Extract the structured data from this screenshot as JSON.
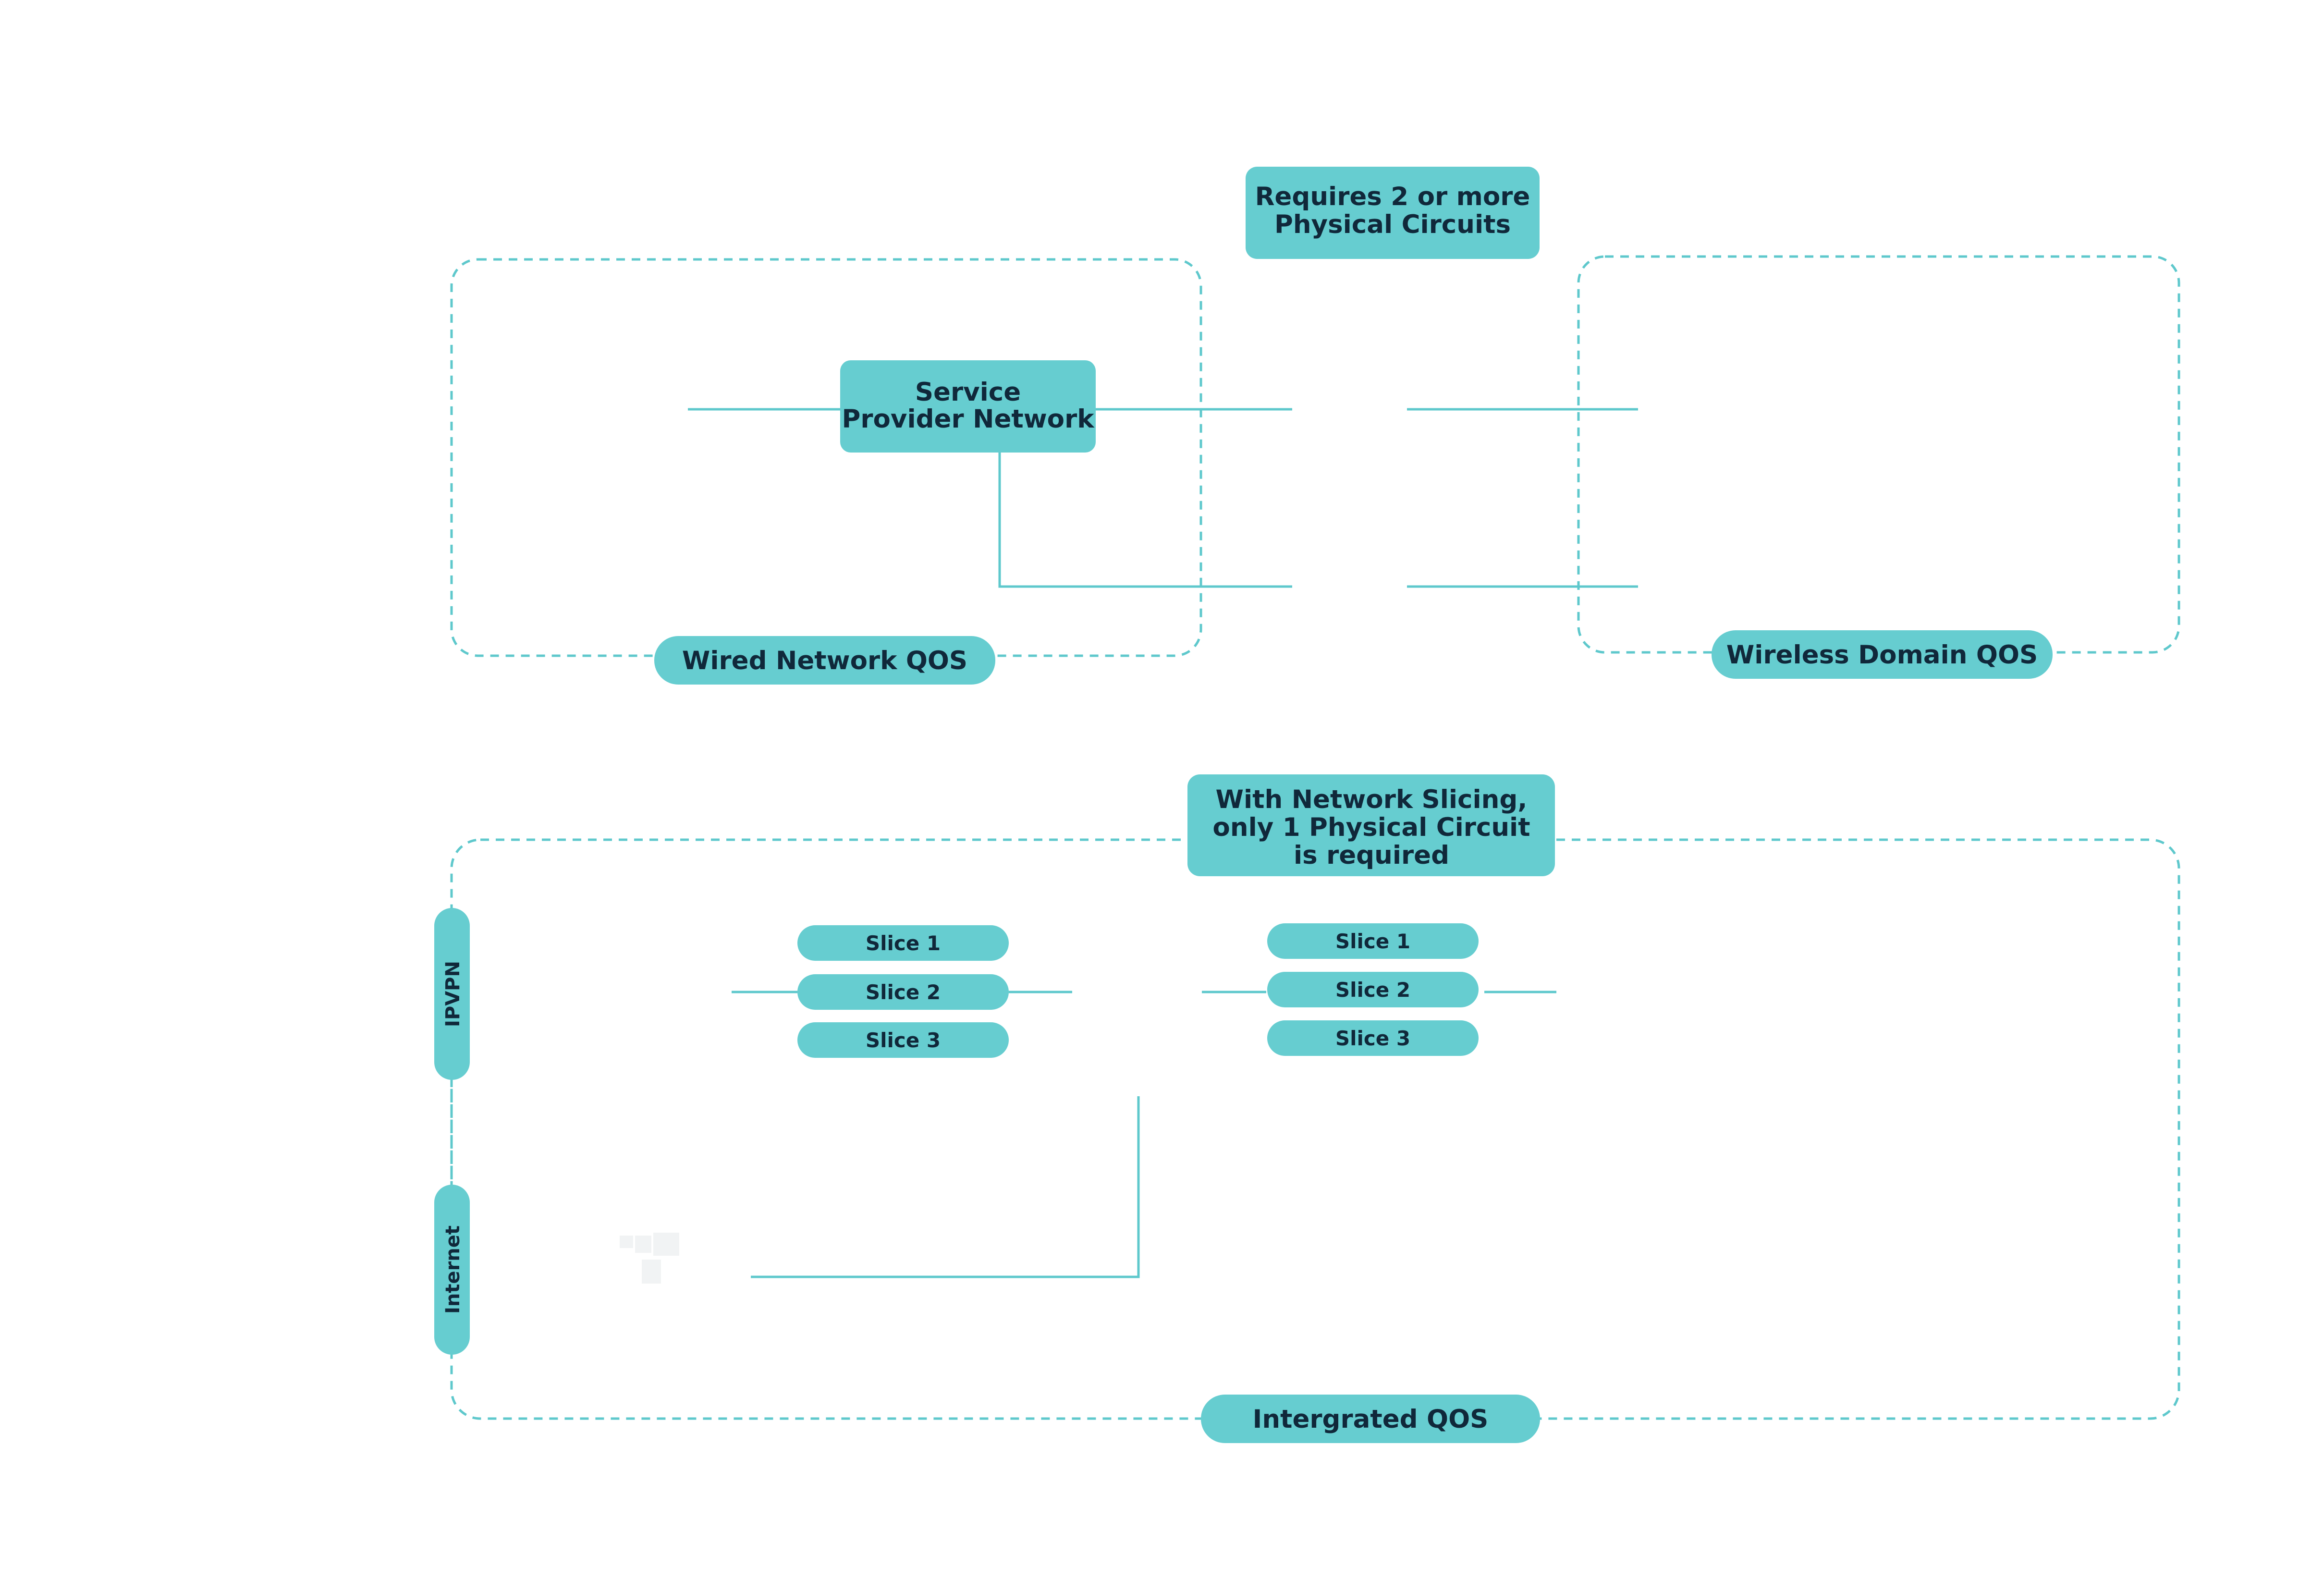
{
  "colors": {
    "accent": "#66cdd0",
    "line": "#5ec8cc",
    "text": "#10283a",
    "background": "#ffffff"
  },
  "top_note": [
    "Requires 2 or more",
    "Physical Circuits"
  ],
  "service_provider": [
    "Service",
    "Provider Network"
  ],
  "wired_label": "Wired Network QOS",
  "wireless_label": "Wireless Domain QOS",
  "slicing_note": [
    "With Network Slicing,",
    "only 1 Physical Circuit",
    "is required"
  ],
  "side_labels": {
    "ipvpn": "IPVPN",
    "internet": "Internet"
  },
  "slices_left": [
    "Slice 1",
    "Slice 2",
    "Slice 3"
  ],
  "slices_right": [
    "Slice 1",
    "Slice 2",
    "Slice 3"
  ],
  "integrated_label": "Intergrated QOS"
}
